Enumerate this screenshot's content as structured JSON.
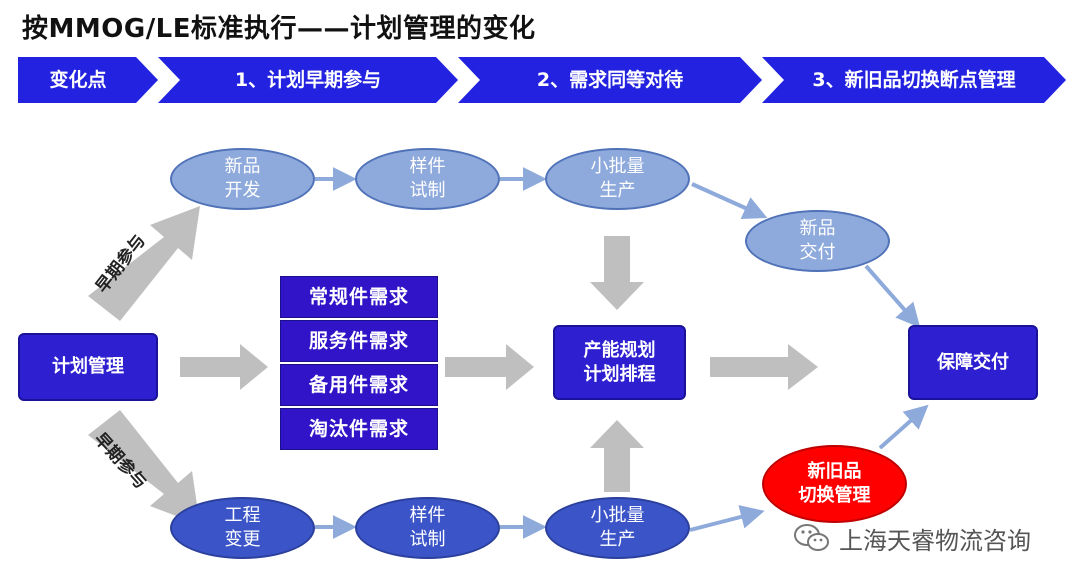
{
  "title": "按MMOG/LE标准执行——计划管理的变化",
  "banner": [
    "变化点",
    "1、计划早期参与",
    "2、需求同等对待",
    "3、新旧品切换断点管理"
  ],
  "nodes": {
    "new_dev": [
      "新品",
      "开发"
    ],
    "sample_top": [
      "样件",
      "试制"
    ],
    "small_batch_top": [
      "小批量",
      "生产"
    ],
    "new_delivery": [
      "新品",
      "交付"
    ],
    "plan_mgmt": "计划管理",
    "demands": [
      "常规件需求",
      "服务件需求",
      "备用件需求",
      "淘汰件需求"
    ],
    "capacity": [
      "产能规划",
      "计划排程"
    ],
    "guarantee": "保障交付",
    "switch": [
      "新旧品",
      "切换管理"
    ],
    "eng_change": [
      "工程",
      "变更"
    ],
    "sample_bottom": [
      "样件",
      "试制"
    ],
    "small_batch_bottom": [
      "小批量",
      "生产"
    ]
  },
  "labels": {
    "early_top": "早期参与",
    "early_bottom": "早期参与"
  },
  "watermark": "上海天睿物流咨询",
  "colors": {
    "banner": "#2222e0",
    "light_node": "#8ea9db",
    "dark_node": "#3b55c8",
    "box": "#2e1fd0",
    "red": "#ff0000",
    "arrow_gray": "#bfbfbf",
    "arrow_blue": "#8eaadb"
  }
}
